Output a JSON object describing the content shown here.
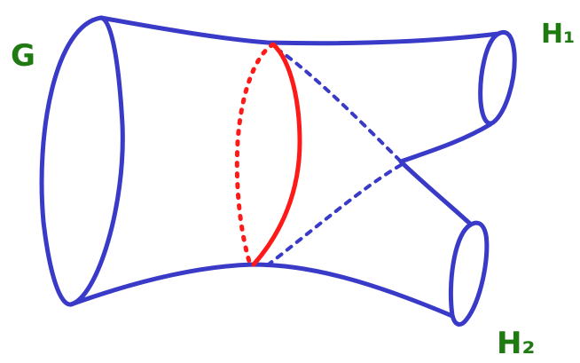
{
  "labels": {
    "left": "G",
    "top_right": "H₁",
    "bottom_right": "H₂"
  },
  "colors": {
    "surface": "#3a3ac8",
    "cut": "#ff1a1a",
    "label": "#1f7a12",
    "background": "#ffffff"
  }
}
